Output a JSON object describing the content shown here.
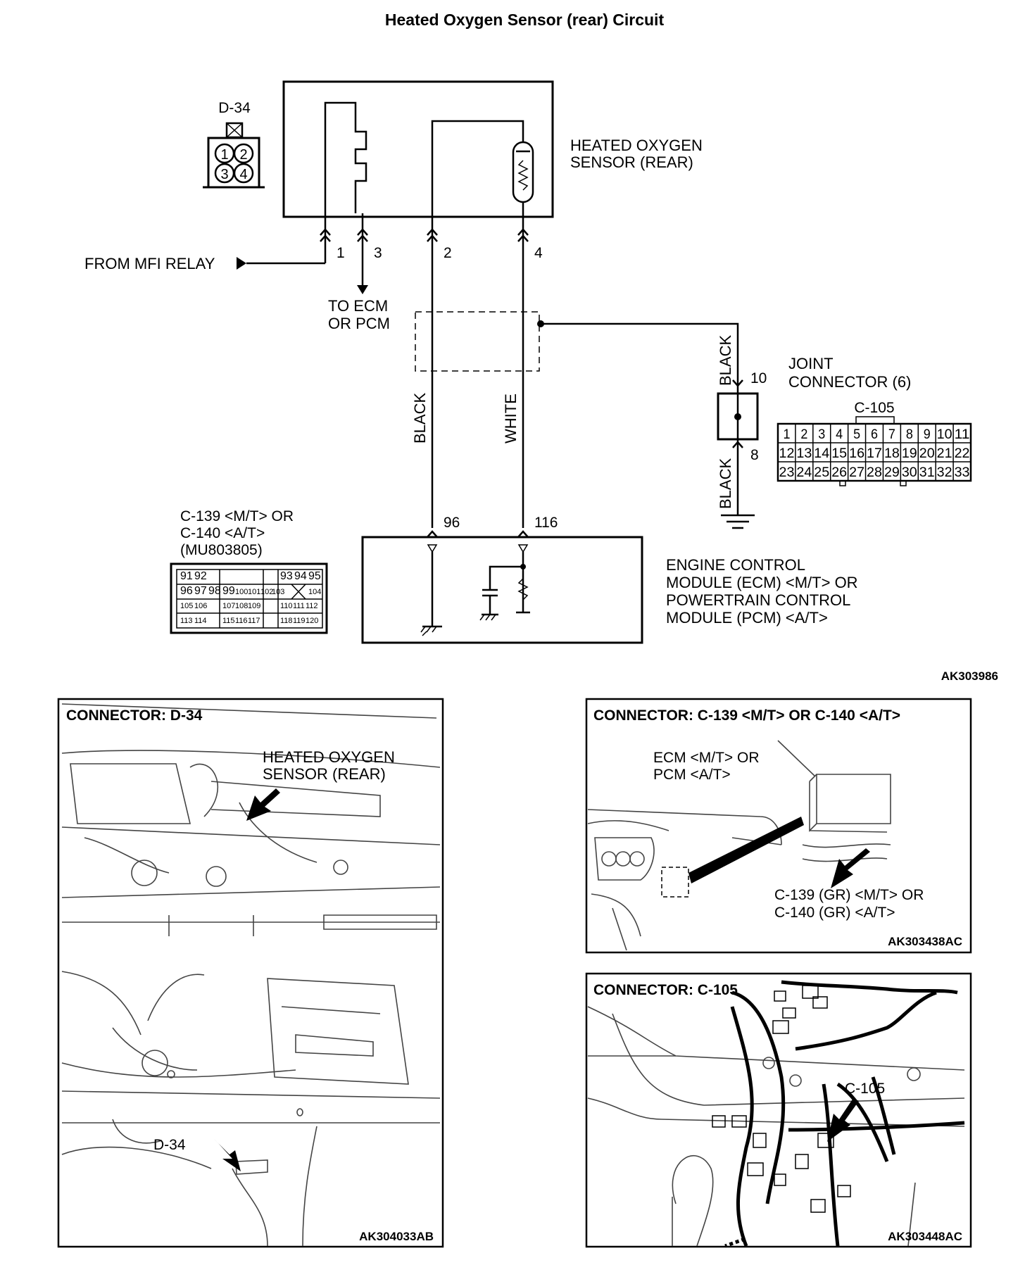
{
  "title": "Heated Oxygen Sensor (rear) Circuit",
  "sensor": {
    "connector_id": "D-34",
    "pins": [
      "1",
      "2",
      "3",
      "4"
    ],
    "name_line1": "HEATED OXYGEN",
    "name_line2": "SENSOR (REAR)",
    "terminals": [
      "1",
      "3",
      "2",
      "4"
    ]
  },
  "labels": {
    "from_mfi_relay": "FROM MFI RELAY",
    "to_ecm_line1": "TO ECM",
    "to_ecm_line2": "OR PCM",
    "wire_black": "BLACK",
    "wire_white": "WHITE",
    "wire_black_top": "BLACK",
    "wire_black_bottom": "BLACK"
  },
  "joint_connector": {
    "pin_top": "10",
    "pin_bottom": "8",
    "name_line1": "JOINT",
    "name_line2": "CONNECTOR (6)",
    "connector_id": "C-105",
    "row1": [
      "1",
      "2",
      "3",
      "4",
      "5",
      "6",
      "7",
      "8",
      "9",
      "10",
      "11"
    ],
    "row2": [
      "12",
      "13",
      "14",
      "15",
      "16",
      "17",
      "18",
      "19",
      "20",
      "21",
      "22"
    ],
    "row3": [
      "23",
      "24",
      "25",
      "26",
      "27",
      "28",
      "29",
      "30",
      "31",
      "32",
      "33"
    ]
  },
  "ecm": {
    "connector_line1": "C-139 <M/T> OR",
    "connector_line2": "C-140 <A/T>",
    "connector_line3": "(MU803805)",
    "pin_96": "96",
    "pin_116": "116",
    "name_line1": "ENGINE CONTROL",
    "name_line2": "MODULE (ECM) <M/T> OR",
    "name_line3": "POWERTRAIN CONTROL",
    "name_line4": "MODULE (PCM) <A/T>",
    "grid_row1": [
      "91",
      "92",
      "",
      "",
      "",
      "93",
      "94",
      "95"
    ],
    "grid_row2": [
      "96",
      "97",
      "98",
      "99",
      "100",
      "101",
      "102",
      "103",
      "",
      "104"
    ],
    "grid_row3": [
      "105",
      "106",
      "107",
      "108",
      "109",
      "110",
      "111",
      "112"
    ],
    "grid_row4": [
      "113",
      "114",
      "115",
      "116",
      "117",
      "118",
      "119",
      "120"
    ]
  },
  "codes": {
    "circuit": "AK303986",
    "d34": "AK304033AB",
    "c139": "AK303438AC",
    "c105": "AK303448AC"
  },
  "panel_d34": {
    "title": "CONNECTOR: D-34",
    "sensor_line1": "HEATED OXYGEN",
    "sensor_line2": "SENSOR (REAR)",
    "connector_label": "D-34"
  },
  "panel_c139": {
    "title": "CONNECTOR: C-139 <M/T> OR C-140 <A/T>",
    "ecm_line1": "ECM <M/T> OR",
    "ecm_line2": "PCM <A/T>",
    "conn_line1": "C-139 (GR) <M/T> OR",
    "conn_line2": "C-140 (GR) <A/T>"
  },
  "panel_c105": {
    "title": "CONNECTOR: C-105",
    "connector_label": "C-105"
  }
}
